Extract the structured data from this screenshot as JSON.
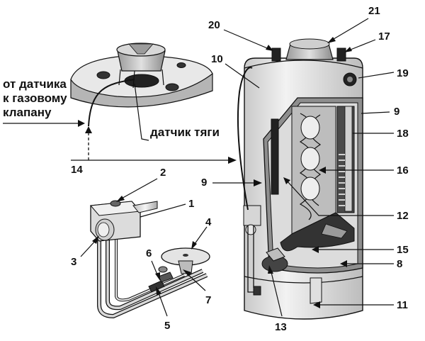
{
  "labels": {
    "from_sensor_line1": "от датчика",
    "from_sensor_line2": "к газовому",
    "from_sensor_line3": "клапану",
    "draft_sensor": "датчик тяги"
  },
  "callouts": {
    "n1": "1",
    "n2": "2",
    "n3": "3",
    "n4": "4",
    "n5": "5",
    "n6": "6",
    "n7": "7",
    "n8": "8",
    "n9a": "9",
    "n9b": "9",
    "n10": "10",
    "n11": "11",
    "n12": "12",
    "n13": "13",
    "n14": "14",
    "n15": "15",
    "n16": "16",
    "n17": "17",
    "n18": "18",
    "n19": "19",
    "n20": "20",
    "n21": "21"
  },
  "colors": {
    "outline": "#111111",
    "body_light": "#e6e6e6",
    "body_mid": "#c8c8c8",
    "shade": "#9a9a9a",
    "dark": "#333333"
  }
}
